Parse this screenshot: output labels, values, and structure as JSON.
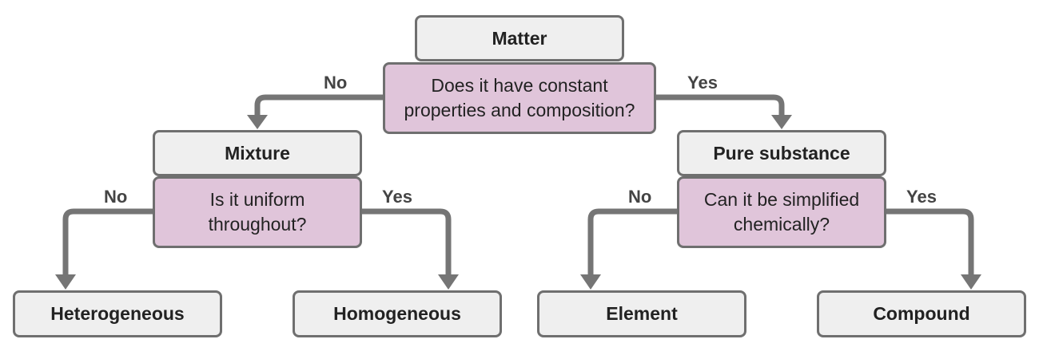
{
  "root": {
    "title": "Matter",
    "question": "Does it have constant properties and composition?",
    "no_label": "No",
    "yes_label": "Yes"
  },
  "mixture": {
    "title": "Mixture",
    "question": "Is it uniform throughout?",
    "no_label": "No",
    "yes_label": "Yes"
  },
  "pure_substance": {
    "title": "Pure substance",
    "question": "Can it be simplified chemically?",
    "no_label": "No",
    "yes_label": "Yes"
  },
  "leaves": {
    "heterogeneous": "Heterogeneous",
    "homogeneous": "Homogeneous",
    "element": "Element",
    "compound": "Compound"
  },
  "colors": {
    "title_fill": "#efefef",
    "question_fill": "#e0c5da",
    "border": "#6f6f6f",
    "connector": "#757575"
  }
}
